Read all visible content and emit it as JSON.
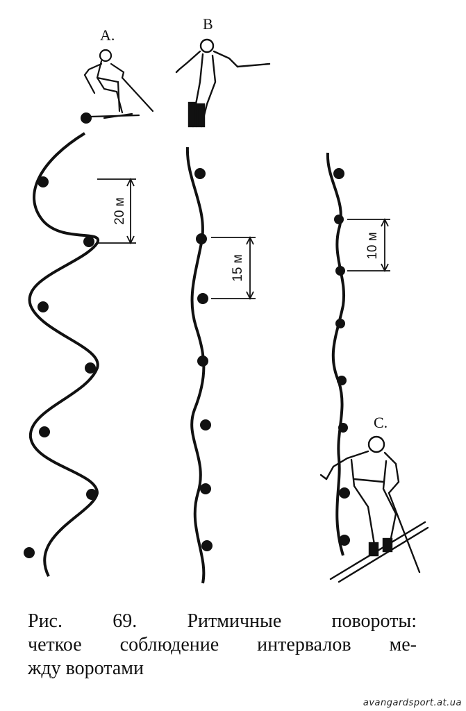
{
  "figure": {
    "course_labels": {
      "a": "A.",
      "b": "B",
      "c": "C."
    },
    "intervals": {
      "a": "20 м",
      "b": "15 м",
      "c": "10 м"
    },
    "ink_color": "#111111"
  },
  "caption": {
    "line1": "Рис. 69.  Ритмичные  повороты:",
    "line2": "четкое соблюдение интервалов ме-",
    "line3": "жду воротами"
  },
  "watermark": "avangardsport.at.ua"
}
